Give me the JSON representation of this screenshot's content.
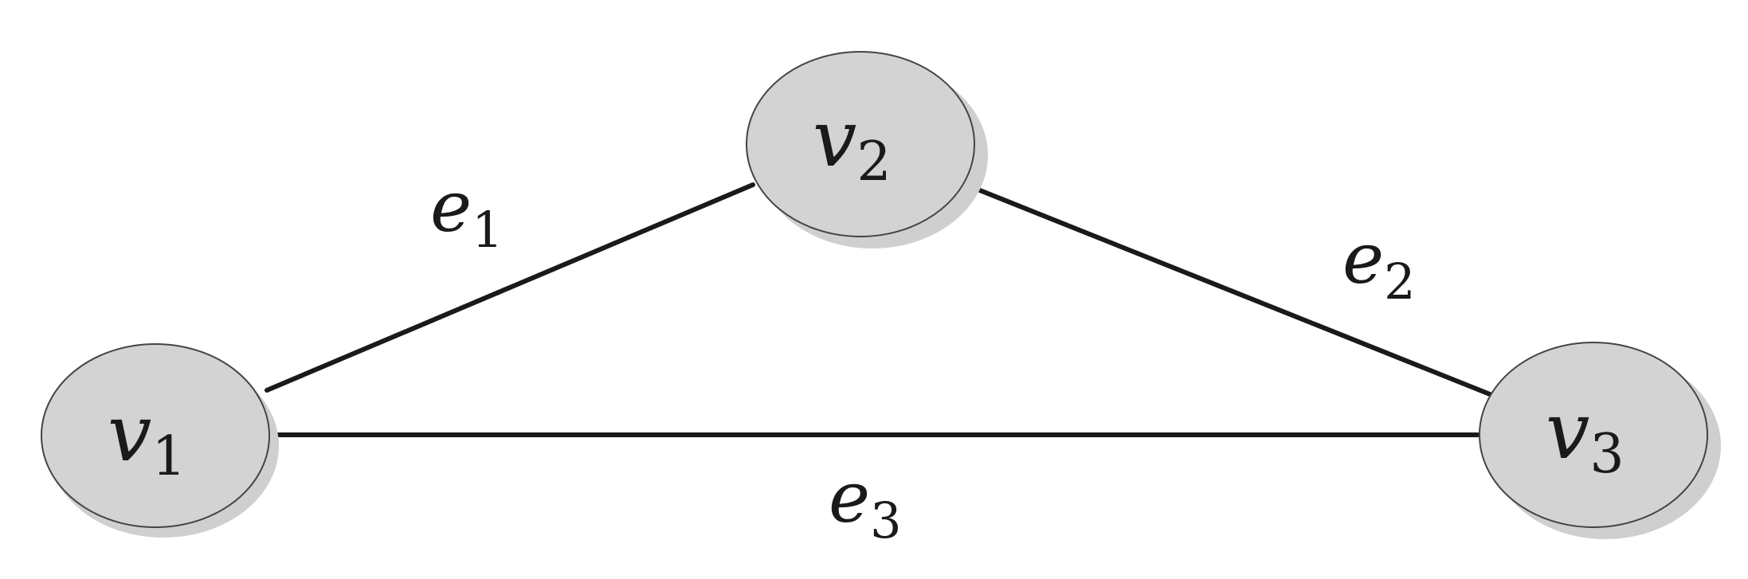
{
  "graph": {
    "nodes": [
      {
        "id": "v1",
        "main": "v",
        "sub": "1",
        "fill": "#d3d3d3"
      },
      {
        "id": "v2",
        "main": "v",
        "sub": "2",
        "fill": "#d3d3d3"
      },
      {
        "id": "v3",
        "main": "v",
        "sub": "3",
        "fill": "#d3d3d3"
      }
    ],
    "edges": [
      {
        "id": "e1",
        "from": "v1",
        "to": "v2",
        "main": "e",
        "sub": "1"
      },
      {
        "id": "e2",
        "from": "v2",
        "to": "v3",
        "main": "e",
        "sub": "2"
      },
      {
        "id": "e3",
        "from": "v1",
        "to": "v3",
        "main": "e",
        "sub": "3"
      }
    ]
  }
}
